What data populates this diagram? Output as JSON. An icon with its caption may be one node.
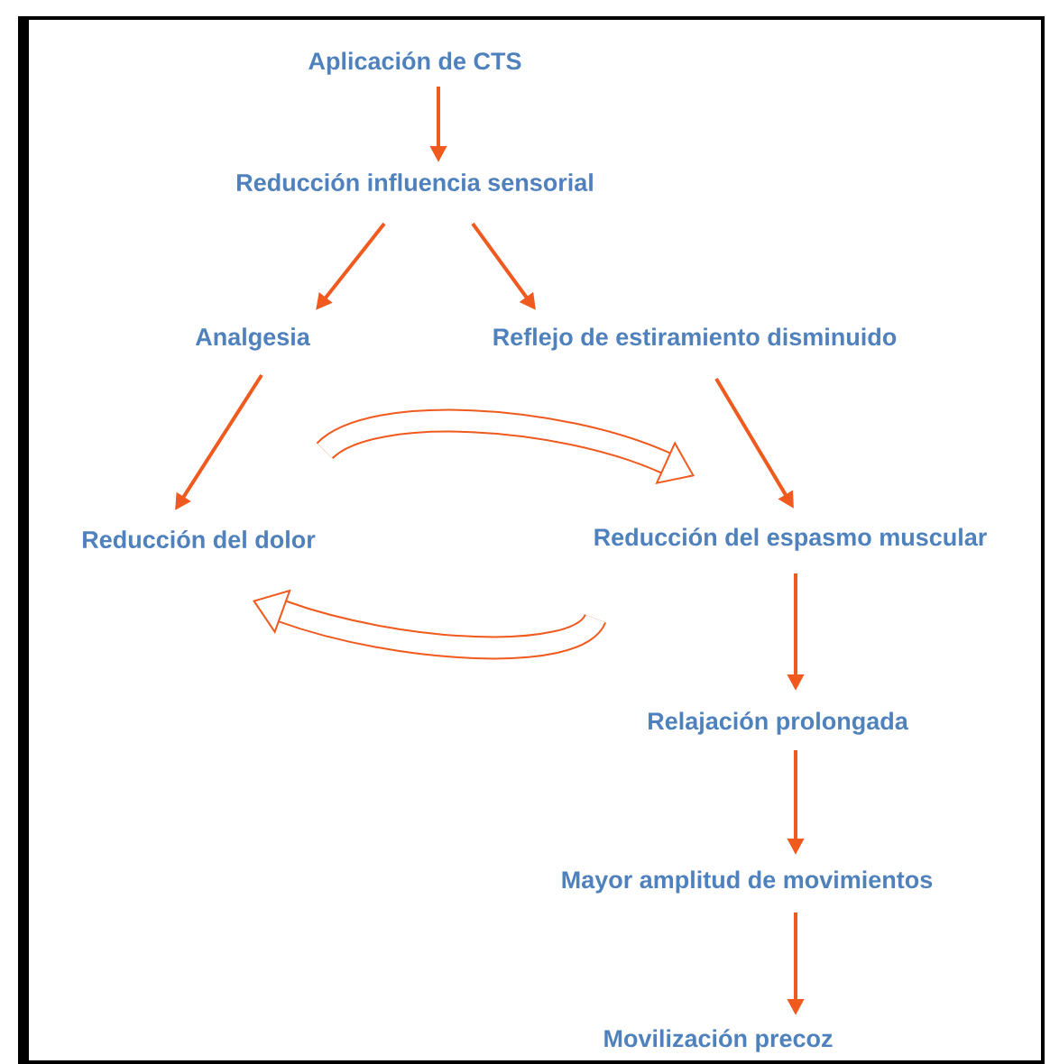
{
  "diagram": {
    "nodes": [
      {
        "text": [
          "Aplicación de CTS"
        ]
      },
      {
        "text": [
          "Reducción influencia sensorial"
        ]
      },
      {
        "text": [
          "Analgesia"
        ]
      },
      {
        "text": [
          "Reflejo de estiramiento disminuido"
        ]
      },
      {
        "text": [
          "Reducción del dolor"
        ]
      },
      {
        "text": [
          "Reducción del espasmo muscular"
        ]
      },
      {
        "text": [
          "Relajación prolongada"
        ]
      },
      {
        "text": [
          "Mayor amplitud de movimientos"
        ]
      },
      {
        "text": [
          "Movilización precoz"
        ]
      }
    ],
    "edges": [
      {
        "from": 0,
        "to": 1,
        "arrow": "to"
      },
      {
        "from": 1,
        "to": 2,
        "arrow": "to"
      },
      {
        "from": 1,
        "to": 3,
        "arrow": "to"
      },
      {
        "from": 2,
        "to": 4,
        "arrow": "to"
      },
      {
        "from": 3,
        "to": 5,
        "arrow": "to"
      },
      {
        "from": 5,
        "to": 6,
        "arrow": "to"
      },
      {
        "from": 6,
        "to": 7,
        "arrow": "to"
      },
      {
        "from": 7,
        "to": 8,
        "arrow": "to"
      }
    ]
  }
}
